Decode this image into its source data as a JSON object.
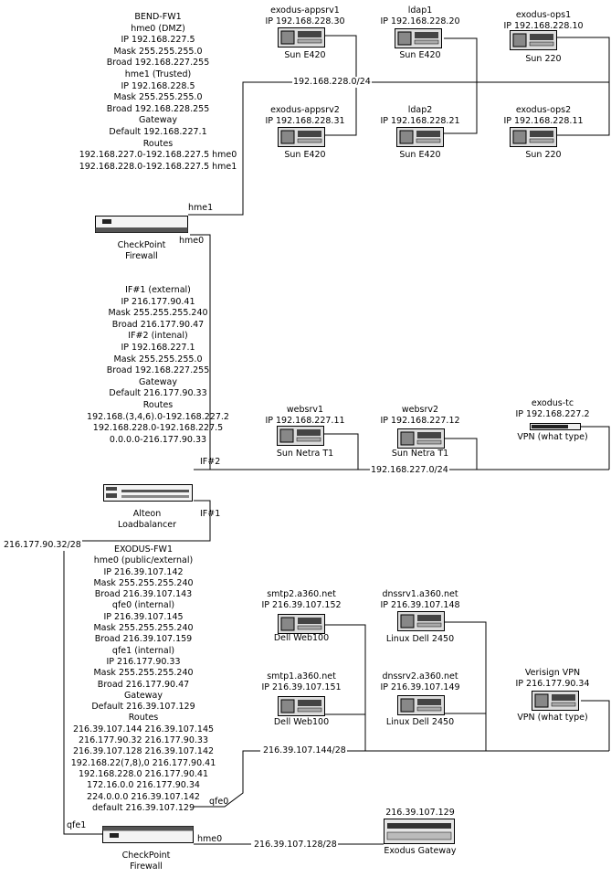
{
  "bend_fw1": {
    "lines": [
      "BEND-FW1",
      "hme0 (DMZ)",
      "IP 192.168.227.5",
      "Mask 255.255.255.0",
      "Broad 192.168.227.255",
      "hme1 (Trusted)",
      "IP 192.168.228.5",
      "Mask 255.255.255.0",
      "Broad 192.168.228.255",
      "Gateway",
      "Default 192.168.227.1",
      "Routes",
      "192.168.227.0-192.168.227.5 hme0",
      "192.168.228.0-192.168.227.5 hme1"
    ]
  },
  "if_block": {
    "lines": [
      "IF#1 (external)",
      "IP 216.177.90.41",
      "Mask 255.255.255.240",
      "Broad 216.177.90.47",
      "IF#2 (intenal)",
      "IP 192.168.227.1",
      "Mask 255.255.255.0",
      "Broad 192.168.227.255",
      "Gateway",
      "Default 216.177.90.33",
      "Routes",
      "192.168.(3,4,6).0-192.168.227.2",
      "192.168.228.0-192.168.227.5",
      "0.0.0.0-216.177.90.33"
    ]
  },
  "exodus_fw1": {
    "lines": [
      "EXODUS-FW1",
      "hme0 (public/external)",
      "IP 216.39.107.142",
      "Mask 255.255.255.240",
      "Broad 216.39.107.143",
      "qfe0 (internal)",
      "IP 216.39.107.145",
      "Mask 255.255.255.240",
      "Broad 216.39.107.159",
      "qfe1 (internal)",
      "IP 216.177.90.33",
      "Mask 255.255.255.240",
      "Broad 216.177.90.47",
      "Gateway",
      "Default 216.39.107.129",
      "Routes",
      "216.39.107.144 216.39.107.145",
      "216.177.90.32 216.177.90.33",
      "216.39.107.128 216.39.107.142",
      "192.168.22(7,8),0 216.177.90.41",
      "192.168.228.0 216.177.90.41",
      "172.16.0.0 216.177.90.34",
      "224.0.0.0 216.39.107.142",
      "default 216.39.107.129"
    ]
  },
  "devices": {
    "checkpoint_top": {
      "label1": "CheckPoint",
      "label2": "Firewall"
    },
    "alteon": {
      "label1": "Alteon",
      "label2": "Loadbalancer"
    },
    "checkpoint_bottom": {
      "label1": "CheckPoint",
      "label2": "Firewall"
    },
    "gateway": {
      "ip": "216.39.107.129",
      "label": "Exodus Gateway"
    }
  },
  "iface_labels": {
    "hme1_top": "hme1",
    "hme0_top": "hme0",
    "if2": "IF#2",
    "if1": "IF#1",
    "subnet_ext": "216.177.90.32/28",
    "qfe0": "qfe0",
    "qfe1": "qfe1",
    "hme0_bottom": "hme0"
  },
  "networks": {
    "n228": "192.168.228.0/24",
    "n227": "192.168.227.0/24",
    "n144": "216.39.107.144/28",
    "n128": "216.39.107.128/28"
  },
  "servers": [
    {
      "name": "exodus-appsrv1",
      "ip": "IP 192.168.228.30",
      "model": "Sun E420"
    },
    {
      "name": "ldap1",
      "ip": "IP 192.168.228.20",
      "model": "Sun E420"
    },
    {
      "name": "exodus-ops1",
      "ip": "IP 192.168.228.10",
      "model": "Sun 220"
    },
    {
      "name": "exodus-appsrv2",
      "ip": "IP 192.168.228.31",
      "model": "Sun E420"
    },
    {
      "name": "ldap2",
      "ip": "IP 192.168.228.21",
      "model": "Sun E420"
    },
    {
      "name": "exodus-ops2",
      "ip": "IP 192.168.228.11",
      "model": "Sun 220"
    },
    {
      "name": "websrv1",
      "ip": "IP 192.168.227.11",
      "model": "Sun Netra T1"
    },
    {
      "name": "websrv2",
      "ip": "IP 192.168.227.12",
      "model": "Sun Netra T1"
    },
    {
      "name": "exodus-tc",
      "ip": "IP 192.168.227.2",
      "model": "VPN (what type)"
    },
    {
      "name": "smtp2.a360.net",
      "ip": "IP 216.39.107.152",
      "model": "Dell Web100"
    },
    {
      "name": "dnssrv1.a360.net",
      "ip": "IP 216.39.107.148",
      "model": "Linux Dell 2450"
    },
    {
      "name": "smtp1.a360.net",
      "ip": "IP 216.39.107.151",
      "model": "Dell Web100"
    },
    {
      "name": "dnssrv2.a360.net",
      "ip": "IP 216.39.107.149",
      "model": "Linux Dell 2450"
    },
    {
      "name": "Verisign VPN",
      "ip": "IP 216.177.90.34",
      "model": "VPN (what type)"
    }
  ]
}
